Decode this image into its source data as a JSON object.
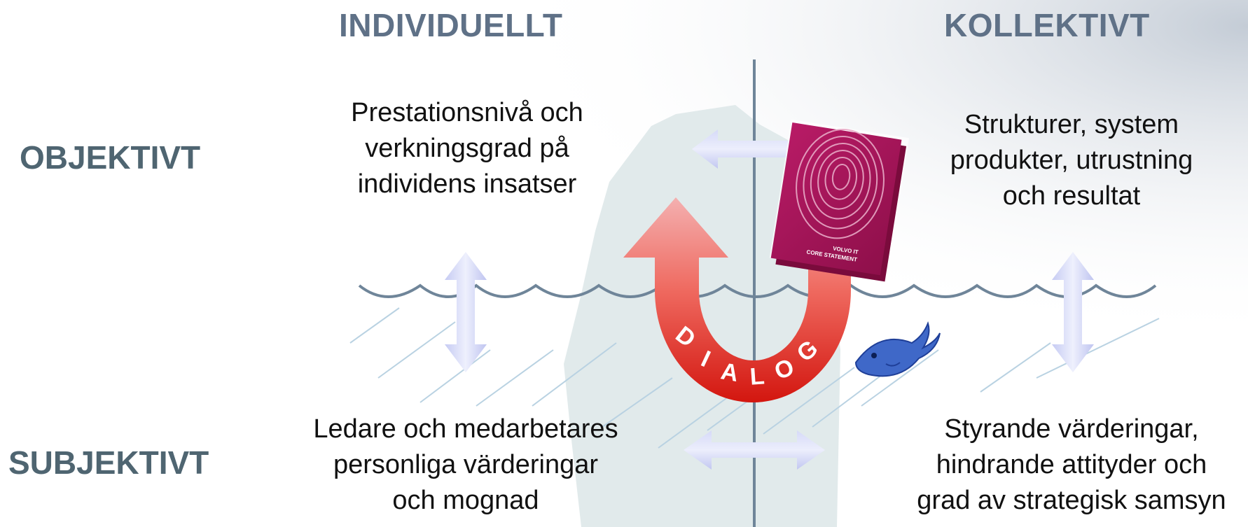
{
  "columns": {
    "left": "INDIVIDUELLT",
    "right": "KOLLEKTIVT"
  },
  "rows": {
    "top": "OBJEKTIVT",
    "bottom": "SUBJEKTIVT"
  },
  "quadrants": {
    "top_left": [
      "Prestationsnivå och",
      "verkningsgrad på",
      "individens insatser"
    ],
    "top_right": [
      "Strukturer, system",
      "produkter, utrustning",
      "och resultat"
    ],
    "bottom_left": [
      "Ledare och medarbetares",
      "personliga värderingar",
      "och mognad"
    ],
    "bottom_right": [
      "Styrande värderingar,",
      "hindrande attityder och",
      "grad av strategisk samsyn"
    ]
  },
  "dialog_label": [
    "D",
    "I",
    "A",
    "L",
    "O",
    "G"
  ],
  "book": {
    "title_line1": "VOLVO IT",
    "title_line2": "CORE STATEMENT",
    "color": "#a8145a"
  },
  "colors": {
    "header": "#5f7187",
    "row_label": "#4f6571",
    "arrow_red": "#e8261e",
    "wave": "#6f8599",
    "berg": "#d9e4e6",
    "double_arrow": "#c9cdf4"
  },
  "icons": [
    "fish-icon",
    "fingerprint-book-icon",
    "u-turn-arrow-icon",
    "double-arrow-icon"
  ]
}
